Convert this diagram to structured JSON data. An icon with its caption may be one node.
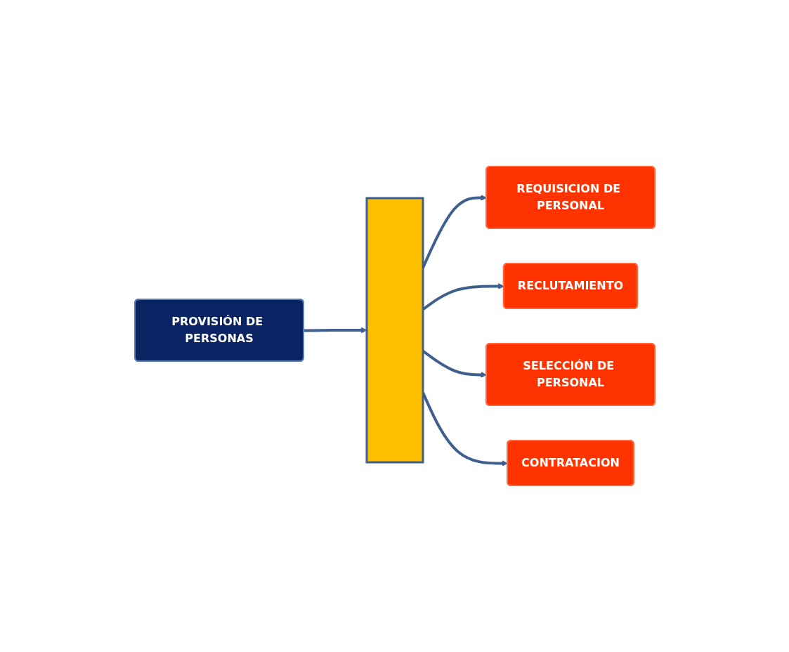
{
  "diagram": {
    "nodes": [
      {
        "text": [
          "PROVISIÓN DE PERSONAS"
        ]
      },
      {
        "text": [],
        "shape": "bar"
      },
      {
        "text": [
          "REQUISICION DE PERSONAL"
        ]
      },
      {
        "text": [
          "RECLUTAMIENTO"
        ]
      },
      {
        "text": [
          "SELECCIÓN DE PERSONAL"
        ]
      },
      {
        "text": [
          "CONTRATACION"
        ]
      }
    ],
    "edges": [
      {
        "from": 0,
        "to": 1,
        "arrow": "to"
      },
      {
        "from": 1,
        "to": 2,
        "arrow": "to"
      },
      {
        "from": 1,
        "to": 3,
        "arrow": "to"
      },
      {
        "from": 1,
        "to": 4,
        "arrow": "to"
      },
      {
        "from": 1,
        "to": 5,
        "arrow": "to"
      }
    ]
  }
}
